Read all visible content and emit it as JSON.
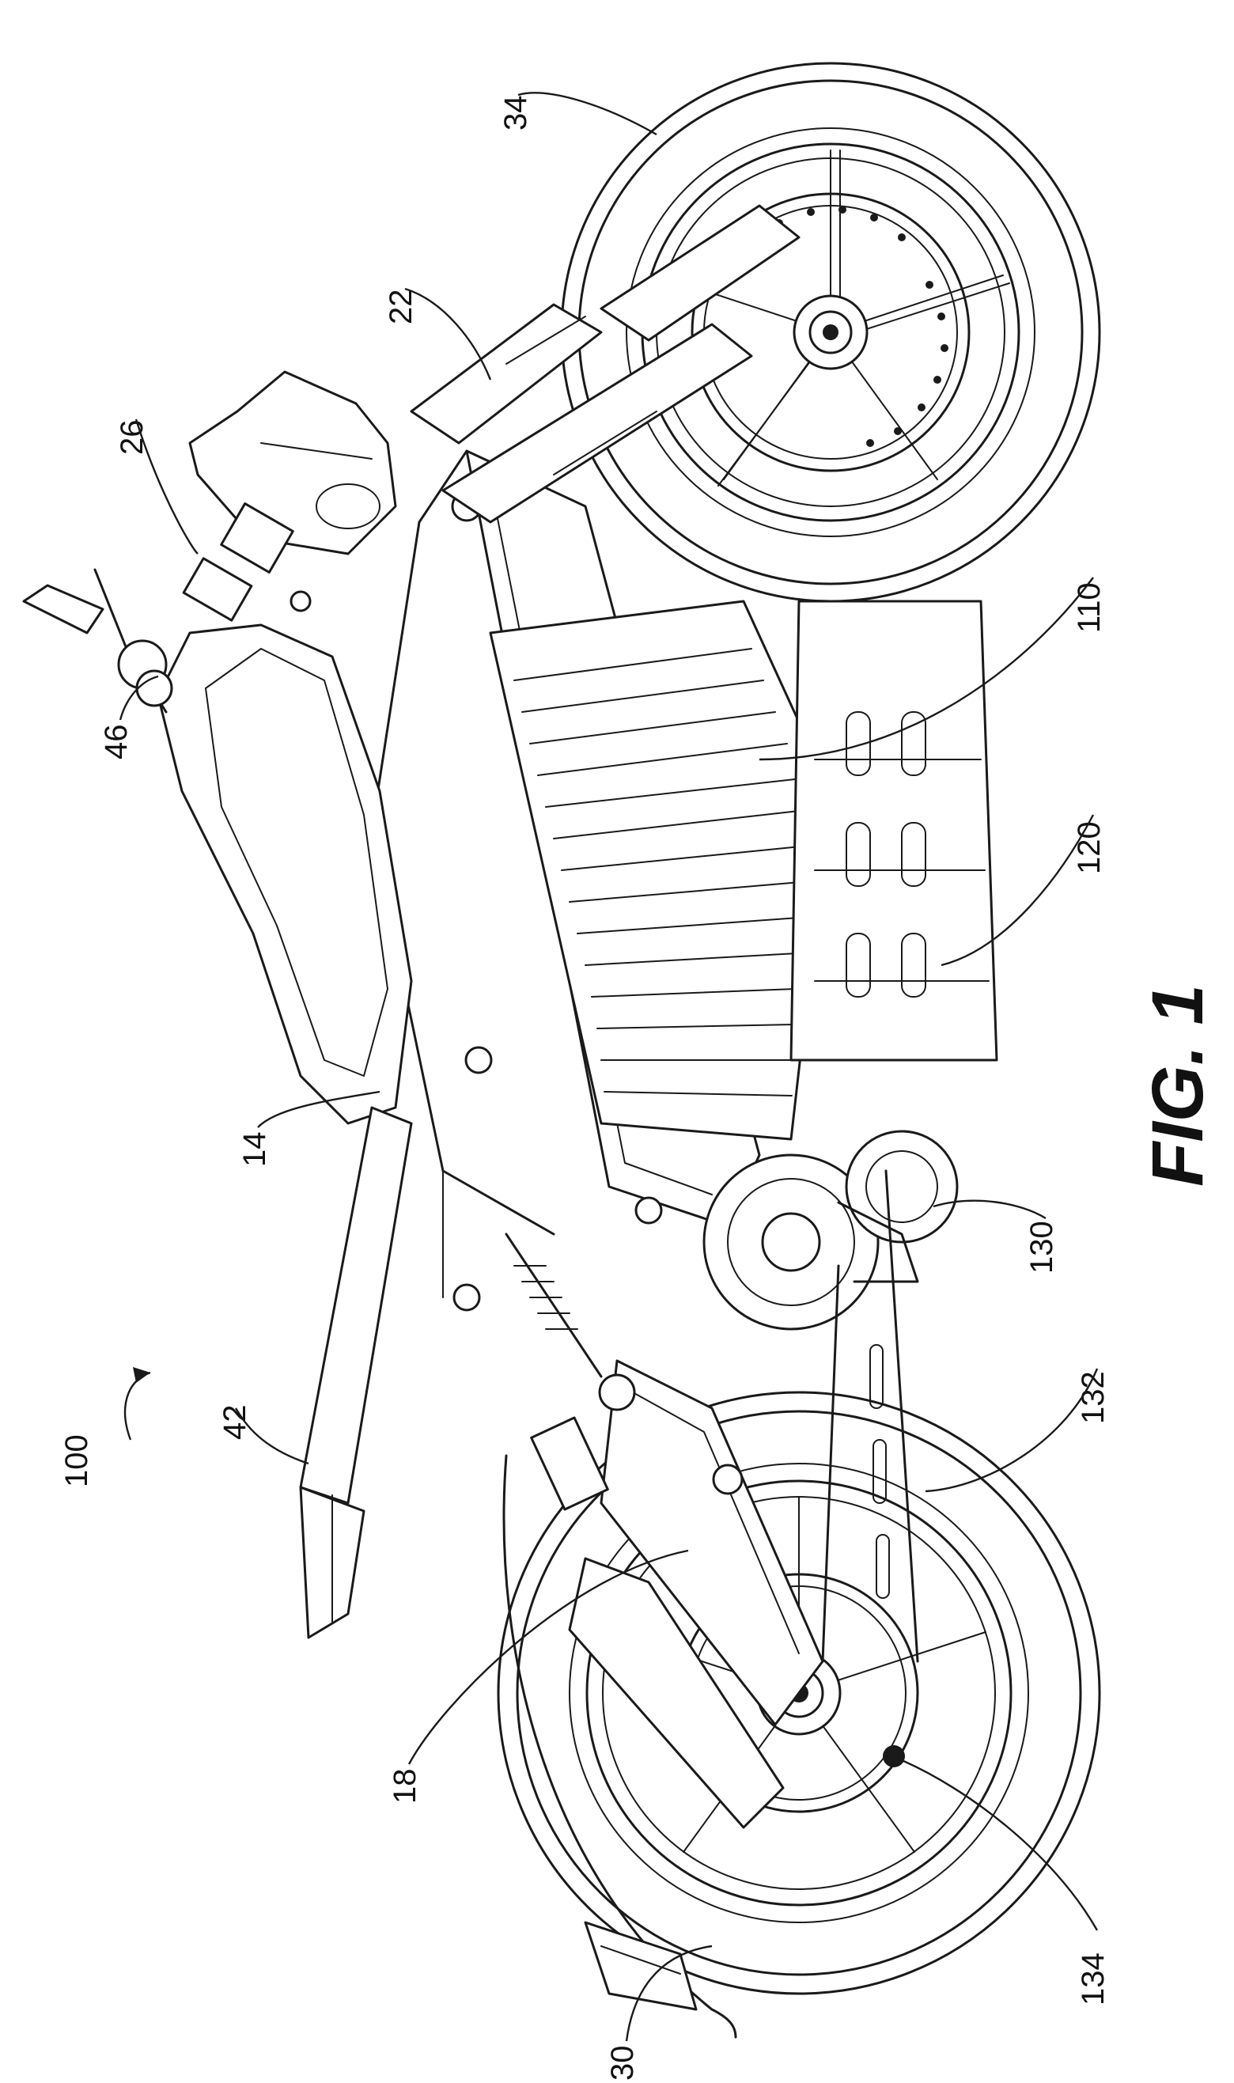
{
  "figure": {
    "label": "FIG. 1"
  },
  "reference_numerals": [
    {
      "id": "motorcycle",
      "text": "100"
    },
    {
      "id": "seat-tail",
      "text": "42"
    },
    {
      "id": "frame",
      "text": "14"
    },
    {
      "id": "swingarm",
      "text": "18"
    },
    {
      "id": "rear-wheel",
      "text": "30"
    },
    {
      "id": "rear-brake",
      "text": "134"
    },
    {
      "id": "belt",
      "text": "132"
    },
    {
      "id": "motor",
      "text": "130"
    },
    {
      "id": "battery-lower",
      "text": "120"
    },
    {
      "id": "battery-upper",
      "text": "110"
    },
    {
      "id": "grip",
      "text": "46"
    },
    {
      "id": "handlebar",
      "text": "26"
    },
    {
      "id": "fork",
      "text": "22"
    },
    {
      "id": "front-wheel",
      "text": "34"
    }
  ]
}
